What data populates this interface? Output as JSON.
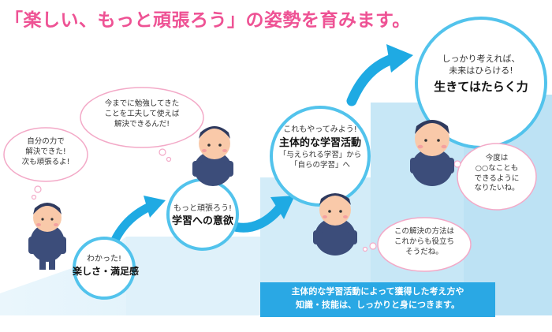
{
  "title": "「楽しい、もっと頑張ろう」の姿勢を育みます。",
  "stages": [
    {
      "caption": "わかった!",
      "heading": "楽しさ・満足感"
    },
    {
      "caption": "もっと頑張ろう!",
      "heading": "学習への意欲"
    },
    {
      "caption": "これもやってみよう!",
      "heading": "主体的な学習活動",
      "sub1": "「与えられる学習」から",
      "sub2": "「自らの学習」へ"
    },
    {
      "caption1": "しっかり考えれば、",
      "caption2": "未来はひらける!",
      "heading": "生きてはたらく力"
    }
  ],
  "bubbles": [
    {
      "lines": [
        "自分の力で",
        "解決できた!",
        "次も頑張るよ!"
      ]
    },
    {
      "lines": [
        "今までに勉強してきた",
        "ことを工夫して使えば",
        "解決できるんだ!"
      ]
    },
    {
      "lines": [
        "この解決の方法は",
        "これからも役立ち",
        "そうだね。"
      ]
    },
    {
      "lines": [
        "今度は",
        "○○なことも",
        "できるように",
        "なりたいね。"
      ]
    }
  ],
  "info": {
    "line1": "主体的な学習活動によって獲得した考え方や",
    "line2": "知識・技能は、しっかりと身につきます。"
  },
  "colors": {
    "title": "#ee5294",
    "ring": "#52c3ec",
    "arrow": "#1faae3",
    "info_bg": "#2aa8e4",
    "bubble_border": "#f3a9c7"
  }
}
